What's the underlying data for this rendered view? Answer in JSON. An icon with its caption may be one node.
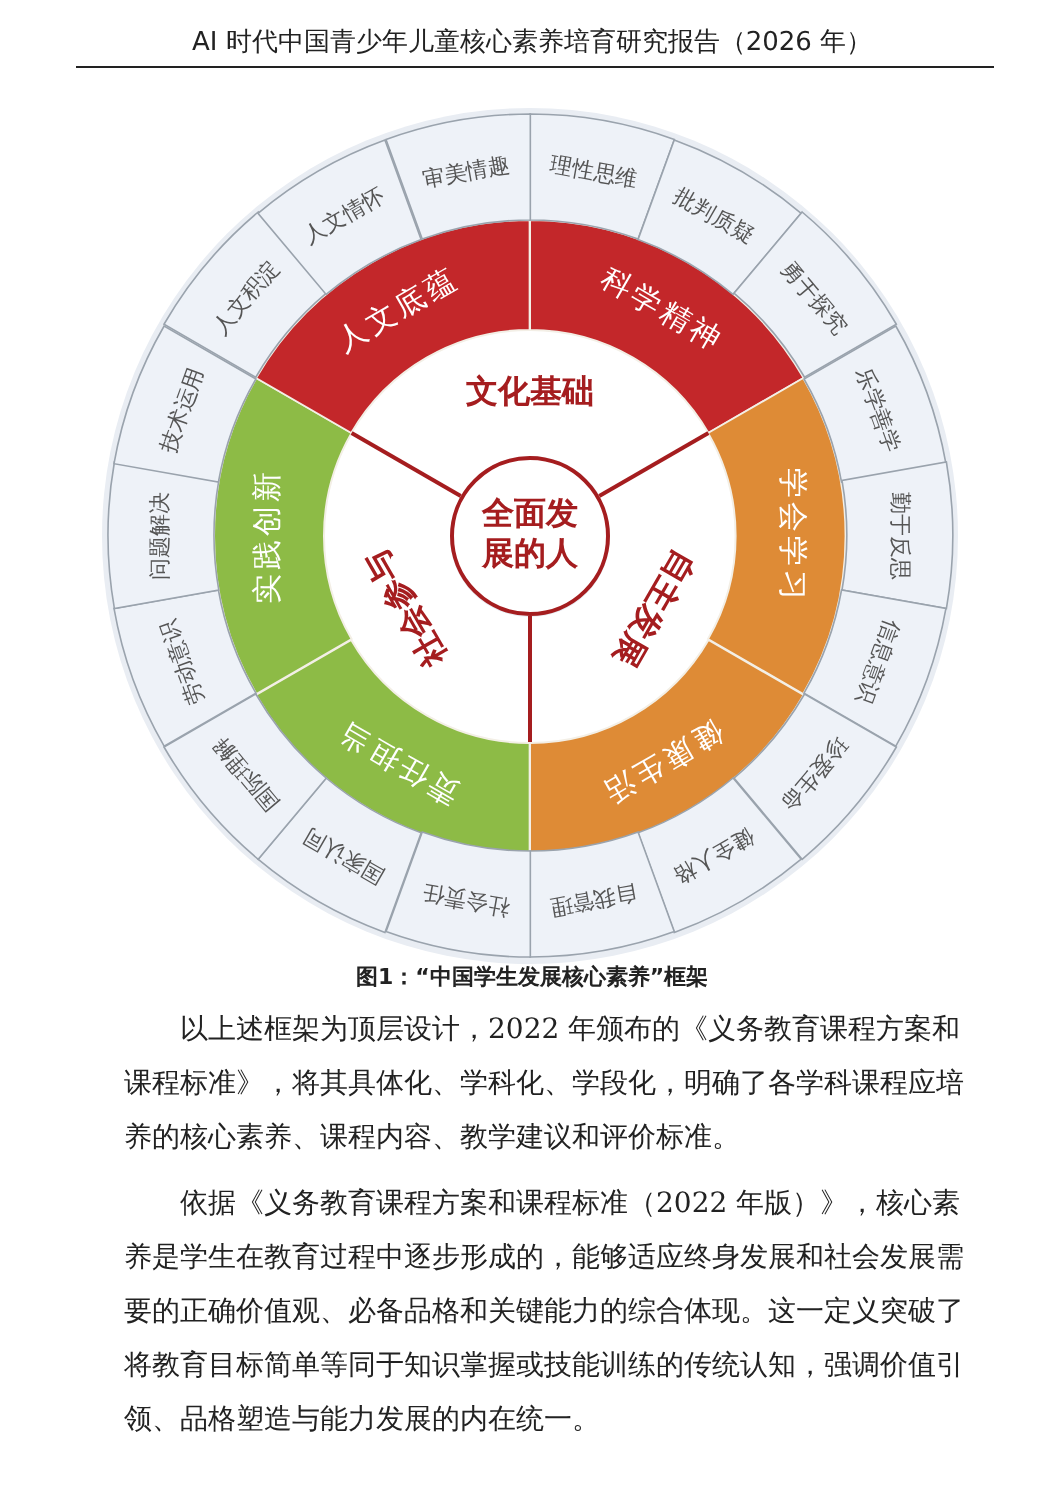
{
  "diagram": {
    "title": "AI 时代中国青少年儿童核心素养培育研究报告（2026 年）",
    "caption": "图1：“中国学生发展核心素养”框架",
    "nodes": [
      {
        "text": [
          "全面发展的人"
        ]
      },
      {
        "text": [
          "文化基础"
        ]
      },
      {
        "text": [
          "自主发展"
        ]
      },
      {
        "text": [
          "社会参与"
        ]
      },
      {
        "text": [
          "科学精神"
        ]
      },
      {
        "text": [
          "学会学习"
        ]
      },
      {
        "text": [
          "健康生活"
        ]
      },
      {
        "text": [
          "责任担当"
        ]
      },
      {
        "text": [
          "实践创新"
        ]
      },
      {
        "text": [
          "人文底蕴"
        ]
      },
      {
        "text": [
          "理性思维"
        ]
      },
      {
        "text": [
          "批判质疑"
        ]
      },
      {
        "text": [
          "勇于探究"
        ]
      },
      {
        "text": [
          "乐学善学"
        ]
      },
      {
        "text": [
          "勤于反思"
        ]
      },
      {
        "text": [
          "信息意识"
        ]
      },
      {
        "text": [
          "珍爱生命"
        ]
      },
      {
        "text": [
          "健全人格"
        ]
      },
      {
        "text": [
          "自我管理"
        ]
      },
      {
        "text": [
          "社会责任"
        ]
      },
      {
        "text": [
          "国家认同"
        ]
      },
      {
        "text": [
          "国际理解"
        ]
      },
      {
        "text": [
          "劳动意识"
        ]
      },
      {
        "text": [
          "问题解决"
        ]
      },
      {
        "text": [
          "技术运用"
        ]
      },
      {
        "text": [
          "人文积淀"
        ]
      },
      {
        "text": [
          "人文情怀"
        ]
      },
      {
        "text": [
          "审美情趣"
        ]
      }
    ],
    "labels": [
      "以上述框架为顶层设计，2022 年颁布的《义务教育课程方案和课程标准》，将其具体化、学科化、学段化，明确了各学科课程应培养的核心素养、课程内容、教学建议和评价标准。",
      "依据《义务教育课程方案和课程标准（2022 年版）》，核心素养是学生在教育过程中逐步形成的，能够适应终身发展和社会发展需要的正确价值观、必备品格和关键能力的综合体现。这一定义突破了将教育目标简单等同于知识掌握或技能训练的传统认知，强调价值引领、品格塑造与能力发展的内在统一。"
    ]
  }
}
